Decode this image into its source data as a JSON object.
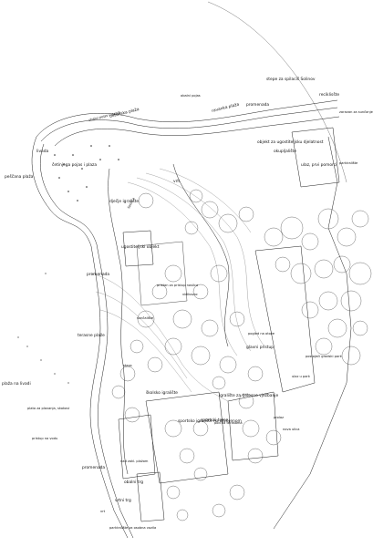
{
  "labels": {
    "a": "obalni pojas",
    "b": "stepe za spilaciš Solinov",
    "c": "obalni pojas i stabla",
    "d": "betonska plaža",
    "e": "promenada",
    "f": "ravanka plaža",
    "g": "reciklisšte",
    "h": "zaravan za sunčanje",
    "i": "livada",
    "j": "objekt za ugostiteljsku djelatnost",
    "k": "peščana plaža",
    "l": "četinjega pojas i plaza",
    "m": "vrh",
    "n": "okupljalište",
    "o": "ugostiteljski objekt",
    "p": "ulaz, prvi pomorci",
    "q": "parkiralište",
    "r": "promenada",
    "s": "šetnica",
    "t": "dječje igralište",
    "u": "terasne plaže",
    "v": "sunčalište",
    "w": "vidikovac",
    "x": "pristan za pristup nosilca",
    "y": "pogled na otoke",
    "z": "glavni pristup",
    "aa": "plaža na livadi",
    "ab": "školsko igralište",
    "ac": "igralište za tjelesno vježbanje",
    "ad": "plato za plavanja, skokovi",
    "ae": "sportski teren",
    "af": "ulaz u park",
    "ag": "prolaz",
    "ah": "pod na terasama",
    "ai": "staza",
    "aj": "sportsko igralište na otvorenom",
    "ak": "nad zakl. plažom",
    "al": "pristup na vodu",
    "am": "promenada",
    "an": "obalni trg",
    "ao": "vrtni trg",
    "ap": "vrt",
    "aq": "parkiralište za osobna vozila",
    "ar": "nova ulica",
    "as": "postojeći gradski park"
  }
}
